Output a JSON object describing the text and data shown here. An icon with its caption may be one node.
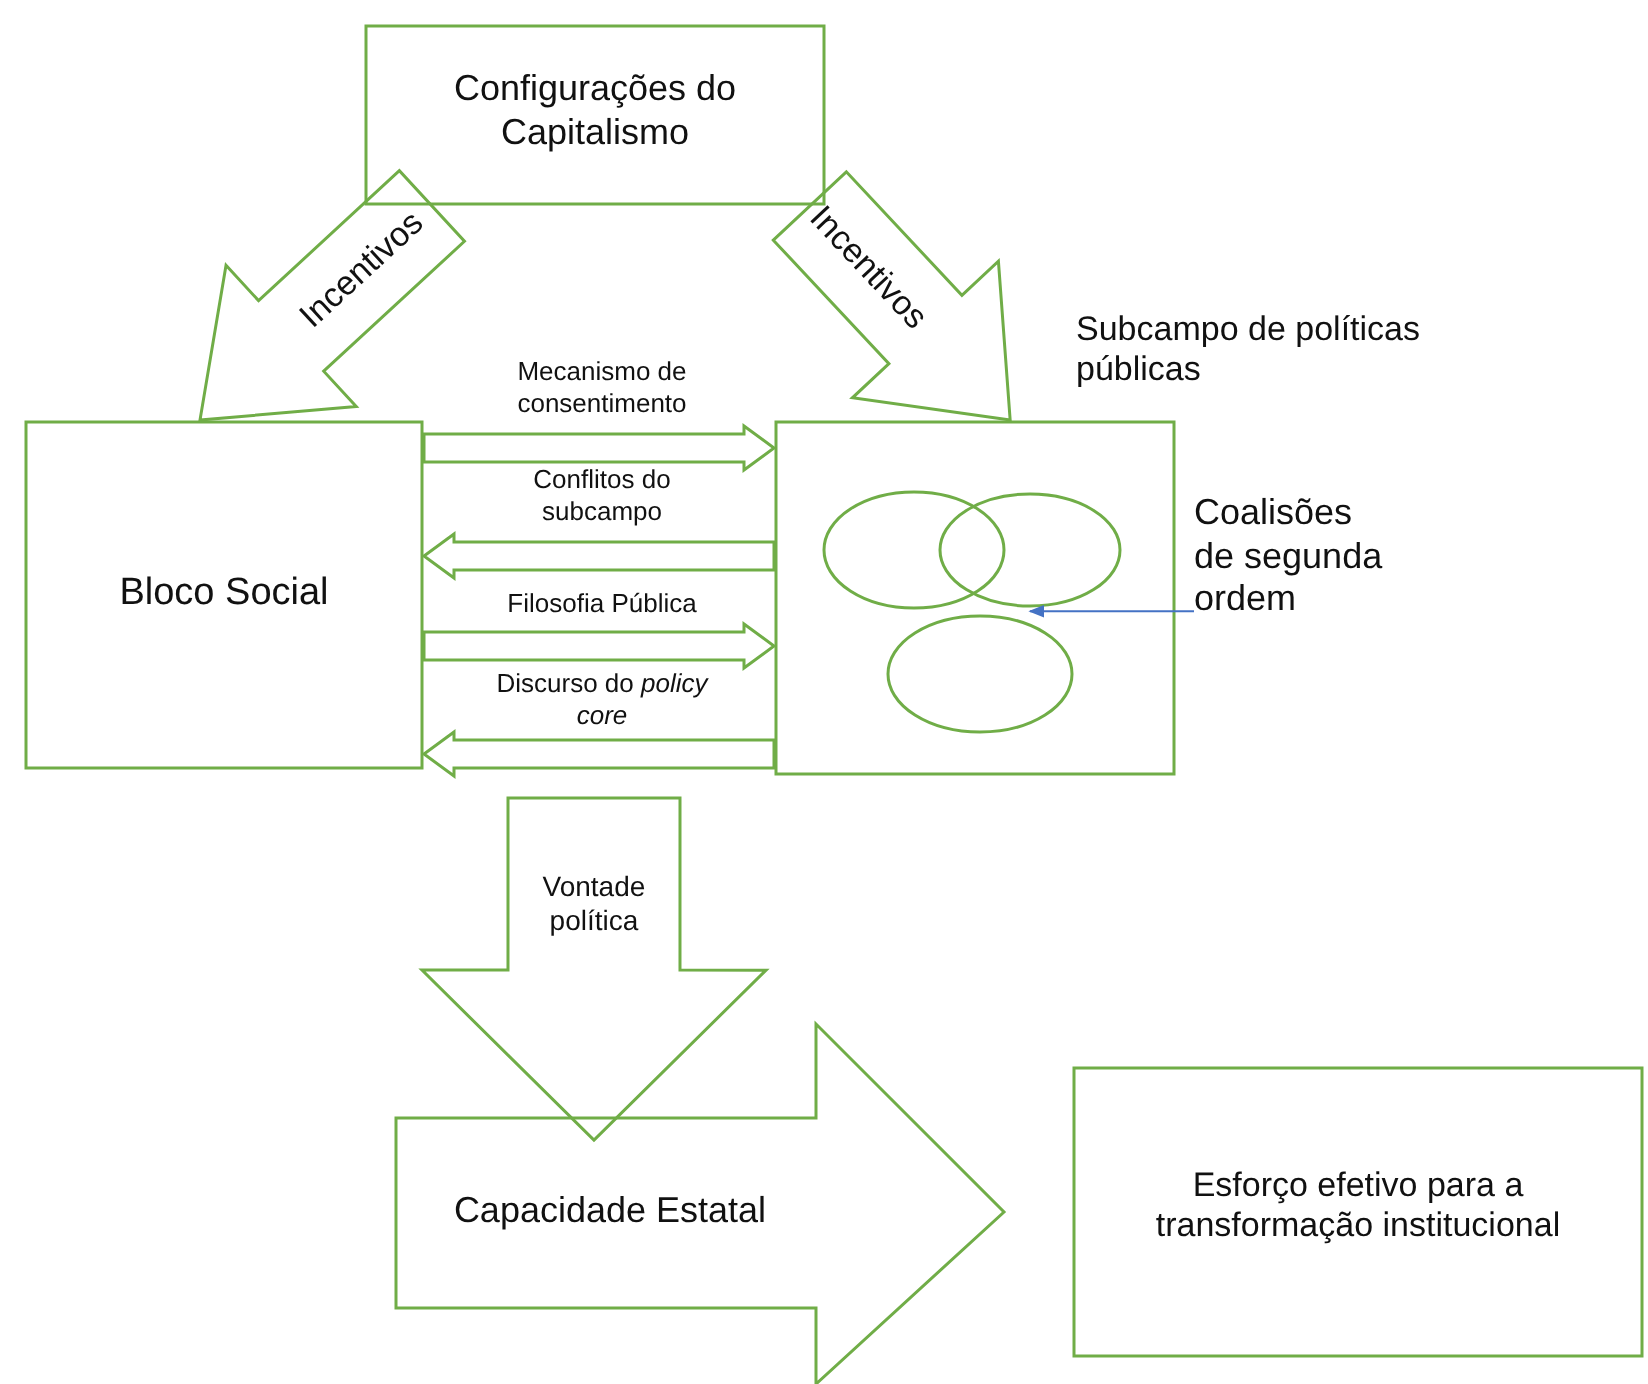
{
  "diagram": {
    "nodes": [
      {
        "text": [
          "Configurações do Capitalismo"
        ]
      },
      {
        "text": [
          "Bloco Social"
        ]
      },
      {
        "text": [
          "Subcampo de políticas públicas"
        ]
      },
      {
        "text": [],
        "shape": "ellipse",
        "in": 2
      },
      {
        "text": [],
        "shape": "ellipse",
        "in": 2
      },
      {
        "text": [],
        "shape": "ellipse",
        "in": 2
      },
      {
        "text": [
          "Coalisões de segunda ordem"
        ]
      },
      {
        "text": [
          "Capacidade Estatal"
        ]
      },
      {
        "text": [
          "Esforço efetivo para a transformação institucional"
        ]
      }
    ],
    "edges": [
      {
        "from": 0,
        "to": 1,
        "arrow": "to",
        "label": "Incentivos"
      },
      {
        "from": 0,
        "to": 2,
        "arrow": "to",
        "label": "Incentivos"
      },
      {
        "from": 1,
        "to": 2,
        "arrow": "to",
        "label": "Mecanismo de consentimento"
      },
      {
        "from": 2,
        "to": 1,
        "arrow": "to",
        "label": "Conflitos do subcampo"
      },
      {
        "from": 1,
        "to": 2,
        "arrow": "to",
        "label": "Filosofia Pública"
      },
      {
        "from": 2,
        "to": 1,
        "arrow": "to",
        "label": "Discurso do *policy core*"
      },
      {
        "from": 6,
        "to": 4,
        "arrow": "to",
        "color": "#4472c4"
      },
      {
        "from": null,
        "to": 7,
        "arrow": "to",
        "label": "Vontade política"
      }
    ]
  }
}
